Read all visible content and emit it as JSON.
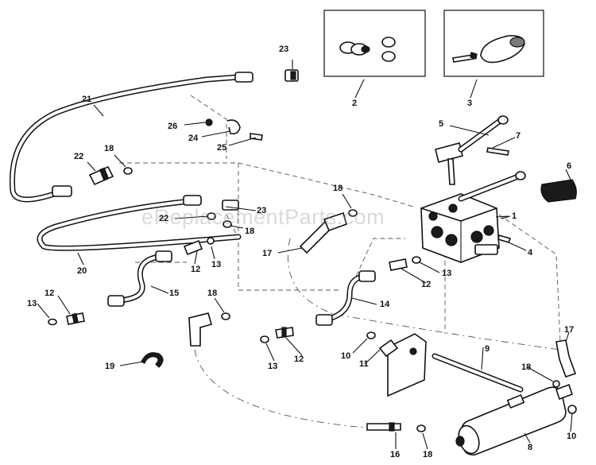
{
  "diagram": {
    "watermark": "eReplacementParts.com",
    "callouts": {
      "p1": "1",
      "p2": "2",
      "p3": "3",
      "p4": "4",
      "p5": "5",
      "p6": "6",
      "p7": "7",
      "p8": "8",
      "p9": "9",
      "p10a": "10",
      "p10b": "10",
      "p11": "11",
      "p12a": "12",
      "p12b": "12",
      "p12c": "12",
      "p12d": "12",
      "p13a": "13",
      "p13b": "13",
      "p13c": "13",
      "p13d": "13",
      "p14": "14",
      "p15": "15",
      "p16": "16",
      "p17a": "17",
      "p17b": "17",
      "p18a": "18",
      "p18b": "18",
      "p18c": "18",
      "p18d": "18",
      "p18e": "18",
      "p18f": "18",
      "p19": "19",
      "p20": "20",
      "p21": "21",
      "p22a": "22",
      "p22b": "22",
      "p23a": "23",
      "p23b": "23",
      "p24": "24",
      "p25": "25",
      "p26": "26"
    }
  }
}
